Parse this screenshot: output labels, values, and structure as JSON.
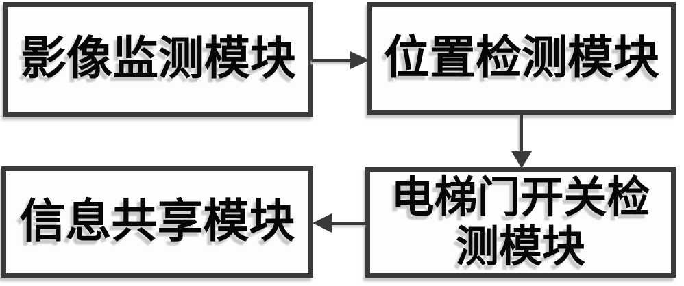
{
  "diagram": {
    "type": "flowchart",
    "background_color": "#ffffff",
    "border_color": "#3a3a3a",
    "text_color": "#060606",
    "shadow_color": "#c9c9c9",
    "modules": [
      {
        "id": "image-monitoring",
        "label": "影像监测模块",
        "position": "top-left"
      },
      {
        "id": "position-detection",
        "label": "位置检测模块",
        "position": "top-right"
      },
      {
        "id": "elevator-door-switch-detection",
        "label": "电梯门开关检测模块",
        "position": "bottom-right"
      },
      {
        "id": "information-sharing",
        "label": "信息共享模块",
        "position": "bottom-left"
      }
    ],
    "connections": [
      {
        "from": "影像监测模块",
        "to": "位置检测模块",
        "direction": "right"
      },
      {
        "from": "位置检测模块",
        "to": "电梯门开关检测模块",
        "direction": "down"
      },
      {
        "from": "电梯门开关检测模块",
        "to": "信息共享模块",
        "direction": "left"
      }
    ]
  }
}
